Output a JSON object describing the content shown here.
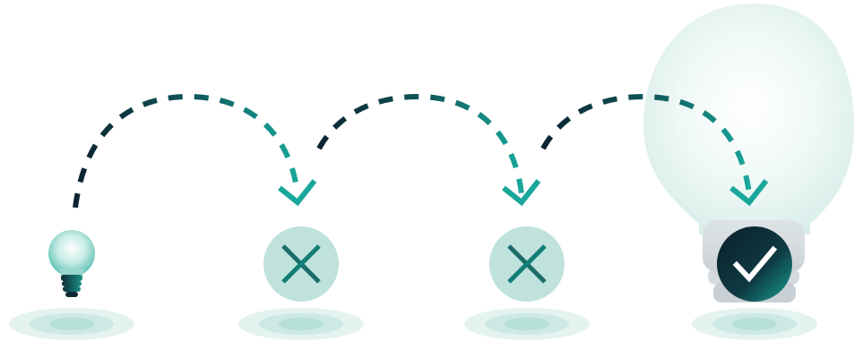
{
  "icons": {
    "start": "lightbulb-icon",
    "fail": "x-mark-icon",
    "success": "checkmark-icon",
    "arrow": "dashed-curved-arrow"
  },
  "steps": [
    {
      "kind": "idea",
      "icon": "small-lightbulb-icon"
    },
    {
      "kind": "fail",
      "icon": "x-mark-icon"
    },
    {
      "kind": "fail",
      "icon": "x-mark-icon"
    },
    {
      "kind": "success",
      "icon": "checkmark-icon"
    }
  ],
  "colors": {
    "teal": "#18a79a",
    "teal_dark": "#0f3d47",
    "navy": "#0c2330",
    "disc_fill": "#bfe2dc",
    "glow": "#e6f4f2",
    "bulb_base": "#d7dcdf"
  }
}
